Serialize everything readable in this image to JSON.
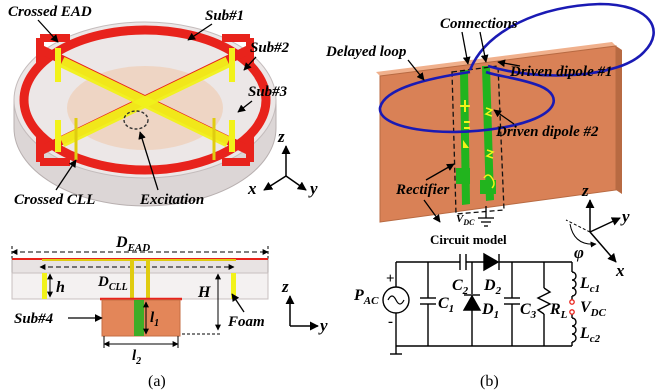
{
  "panel_a": {
    "labels": {
      "crossed_ead": "Crossed EAD",
      "sub1": "Sub#1",
      "sub2": "Sub#2",
      "sub3": "Sub#3",
      "crossed_cll": "Crossed CLL",
      "excitation": "Excitation",
      "sub4": "Sub#4",
      "foam": "Foam"
    },
    "axes_3d": {
      "z": "z",
      "x": "x",
      "y": "y"
    },
    "axes_2d": {
      "z": "z",
      "y": "y"
    },
    "dims": {
      "d_ead": "D",
      "d_ead_sub": "EAD",
      "d_cll": "D",
      "d_cll_sub": "CLL",
      "h": "h",
      "H": "H",
      "l1": "l",
      "l1_sub": "1",
      "l2": "l",
      "l2_sub": "2"
    },
    "caption": "(a)"
  },
  "panel_b": {
    "labels": {
      "connections": "Connections",
      "delayed_loop": "Delayed loop",
      "driven_dipole_1": "Driven dipole #1",
      "driven_dipole_2": "Driven dipole #2",
      "rectifier": "Rectifier",
      "vdc_small": "V",
      "vdc_small_sub": "DC",
      "circuit_model": "Circuit model"
    },
    "axes_3d": {
      "z": "z",
      "y": "y",
      "x": "x",
      "phi": "φ"
    },
    "circuit": {
      "pac": "P",
      "pac_sub": "AC",
      "c1": "C",
      "c1_sub": "1",
      "c2": "C",
      "c2_sub": "2",
      "d1": "D",
      "d1_sub": "1",
      "d2": "D",
      "d2_sub": "2",
      "c3": "C",
      "c3_sub": "3",
      "rl": "R",
      "rl_sub": "L",
      "lc1": "L",
      "lc1_sub": "c1",
      "lc2": "L",
      "lc2_sub": "c2",
      "vdc": "V",
      "vdc_sub": "DC",
      "plus": "+",
      "minus": "-"
    },
    "caption": "(b)"
  },
  "colors": {
    "ead_red": "#e8231c",
    "cll_yellow": "#f2f21a",
    "substrate": "#e8e3e3",
    "ground_tan": "#e8a07a",
    "board": "#d98156",
    "loop_blue": "#1a1ab4",
    "rectifier_green": "#22b41e"
  }
}
